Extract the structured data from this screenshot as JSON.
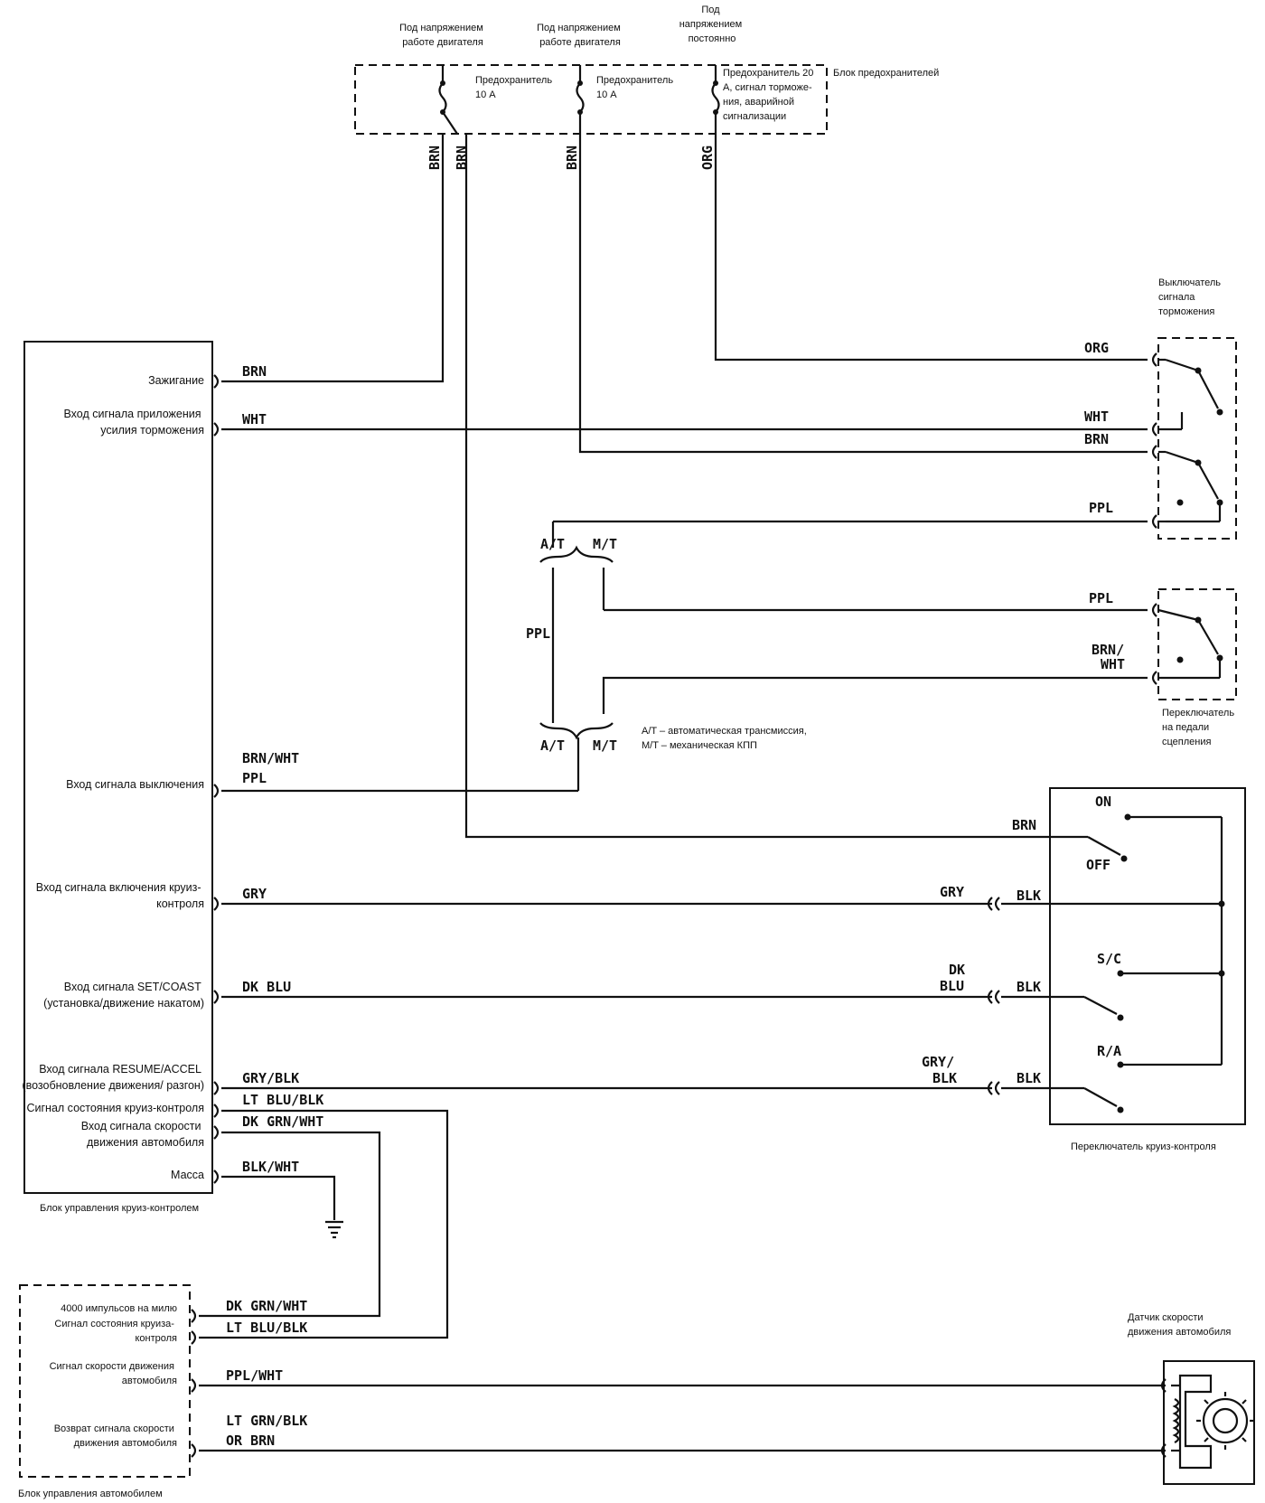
{
  "top_labels": {
    "ignition_run_1": [
      "Под напряжением",
      "работе двигателя"
    ],
    "ignition_run_2": [
      "Под напряжением",
      "работе двигателя"
    ],
    "constant": [
      "Под",
      "напряжением",
      "постоянно"
    ]
  },
  "fuse_block": {
    "title": "Блок предохранителей",
    "fuse1": [
      "Предохранитель",
      "10 A"
    ],
    "fuse2": [
      "Предохранитель",
      "10 A"
    ],
    "fuse3": [
      "Предохранитель 20",
      "А, сигнал торможе-",
      "ния, аварийной",
      "сигнализации"
    ]
  },
  "wires": {
    "brn": "BRN",
    "org": "ORG",
    "wht": "WHT",
    "ppl": "PPL",
    "brn_wht": "BRN/WHT",
    "brn_wht_2": [
      "BRN/",
      "WHT"
    ],
    "gry": "GRY",
    "blk": "BLK",
    "dk_blu": "DK BLU",
    "dk_blu_2": [
      "DK",
      "BLU"
    ],
    "gry_blk": "GRY/BLK",
    "gry_blk_2": [
      "GRY/",
      "BLK"
    ],
    "lt_blu_blk": "LT BLU/BLK",
    "dk_grn_wht": "DK GRN/WHT",
    "blk_wht": "BLK/WHT",
    "ppl_wht": "PPL/WHT",
    "lt_grn_blk": "LT GRN/BLK",
    "or_brn": "OR BRN"
  },
  "transmission": {
    "at": "A/T",
    "mt": "M/T",
    "legend": [
      "A/T – автоматическая трансмиссия,",
      "M/T – механическая КПП"
    ]
  },
  "cruise_module": {
    "title": "Блок управления круиз-контролем",
    "pins": {
      "ignition": [
        "Зажигание"
      ],
      "brake_booster": [
        "Вход сигнала приложения",
        "усилия торможения"
      ],
      "disengage": [
        "Вход сигнала выключения"
      ],
      "cruise_on": [
        "Вход сигнала включения круиз-",
        "контроля"
      ],
      "set_coast": [
        "Вход сигнала SET/COAST",
        "(установка/движение накатом)"
      ],
      "resume_accel": [
        "Вход сигнала RESUME/ACCEL",
        "(возобновление движения/ разгон)"
      ],
      "status": [
        "Сигнал состояния круиз-контроля"
      ],
      "speed": [
        "Вход сигнала скорости",
        "движения автомобиля"
      ],
      "ground": [
        "Масса"
      ]
    }
  },
  "brake_switch": {
    "title": [
      "Выключатель",
      "сигнала",
      "торможения"
    ]
  },
  "clutch_switch": {
    "title": [
      "Переключатель",
      "на педали",
      "сцепления"
    ]
  },
  "cruise_switch": {
    "title": "Переключатель круиз-контроля",
    "on": "ON",
    "off": "OFF",
    "sc": "S/C",
    "ra": "R/A"
  },
  "vehicle_module": {
    "title": "Блок управления автомобилем",
    "pins": {
      "pulses": [
        "4000 импульсов на милю"
      ],
      "status": [
        "Сигнал состояния круиза-",
        "контроля"
      ],
      "speed": [
        "Сигнал скорости движения",
        "автомобиля"
      ],
      "return": [
        "Возврат сигнала скорости",
        "движения автомобиля"
      ]
    }
  },
  "speed_sensor": {
    "title": [
      "Датчик скорости",
      "движения автомобиля"
    ]
  }
}
